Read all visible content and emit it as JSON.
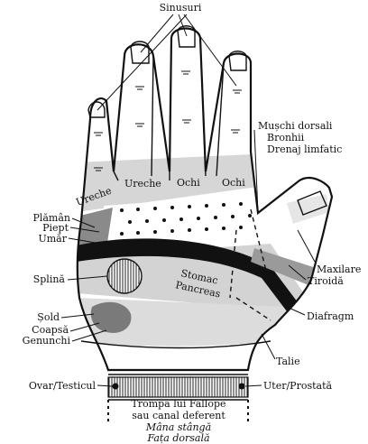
{
  "labels": {
    "sinusuri": "Sinusuri",
    "muschi_dorsali": "Mușchi dorsali",
    "bronhii": "Bronhii",
    "drenaj_limfatic": "Drenaj limfatic",
    "ureche_1": "Ureche",
    "ureche_2": "Ureche",
    "ochi_1": "Ochi",
    "ochi_2": "Ochi",
    "plaman": "Plămân",
    "piept": "Piept",
    "umar": "Umăr",
    "splina": "Splină",
    "stomac": "Stomac",
    "pancreas": "Pancreas",
    "maxilare": "Maxilare",
    "tiroida": "Tiroidă",
    "diafragm": "Diafragm",
    "sold": "Șold",
    "coapsa": "Coapsă",
    "genunchi": "Genunchi",
    "talie": "Talie",
    "ovar_testicul": "Ovar/Testicul",
    "uter_prostata": "Uter/Prostată",
    "trompa": "Trompa lui Fallope",
    "canal": "sau canal deferent",
    "mana_stanga": "Mâna stângă",
    "fata_dorsala": "Fața dorsală"
  }
}
